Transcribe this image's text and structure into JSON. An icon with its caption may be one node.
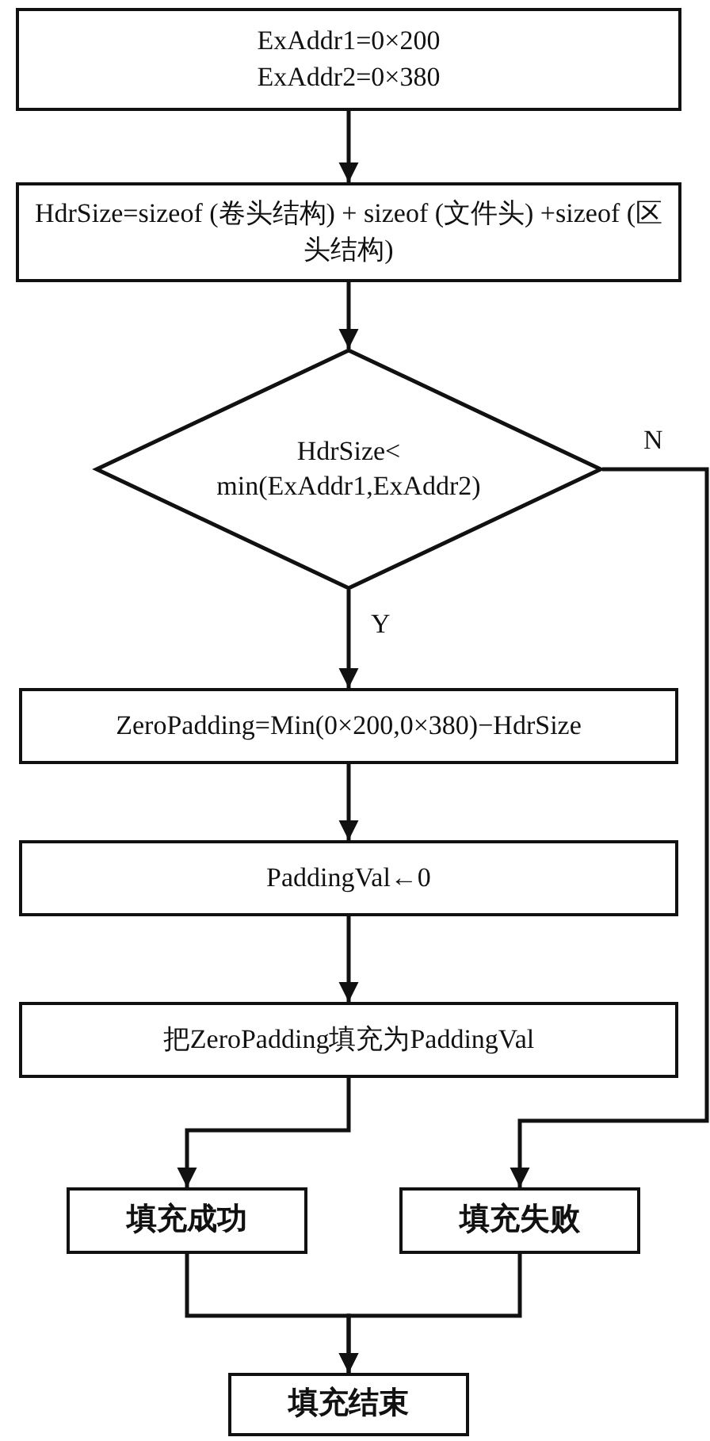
{
  "diagram": {
    "nodes": [
      {
        "text": [
          "ExAddr1=0×200",
          "ExAddr2=0×380"
        ]
      },
      {
        "text": [
          "HdrSize=sizeof (卷头结构) + sizeof (文件头) +sizeof (区头结构)"
        ]
      },
      {
        "text": [
          "HdrSize< min(ExAddr1,ExAddr2)"
        ]
      },
      {
        "text": [
          "ZeroPadding=Min(0×200,0×380)−HdrSize"
        ]
      },
      {
        "text": [
          "PaddingVal←0"
        ]
      },
      {
        "text": [
          "把ZeroPadding填充为PaddingVal"
        ]
      },
      {
        "text": [
          "填充成功"
        ]
      },
      {
        "text": [
          "填充失败"
        ]
      },
      {
        "text": [
          "填充结束"
        ]
      }
    ],
    "edges": [
      {
        "from": 0,
        "to": 1,
        "arrow": "to"
      },
      {
        "from": 1,
        "to": 2,
        "arrow": "to"
      },
      {
        "from": 2,
        "to": 3,
        "arrow": "to",
        "label": "Y"
      },
      {
        "from": 2,
        "to": 7,
        "arrow": "to",
        "label": "N"
      },
      {
        "from": 3,
        "to": 4,
        "arrow": "to"
      },
      {
        "from": 4,
        "to": 5,
        "arrow": "to"
      },
      {
        "from": 5,
        "to": 6,
        "arrow": "to"
      },
      {
        "from": 6,
        "to": 8,
        "arrow": "to"
      },
      {
        "from": 7,
        "to": 8,
        "arrow": "to"
      }
    ]
  }
}
